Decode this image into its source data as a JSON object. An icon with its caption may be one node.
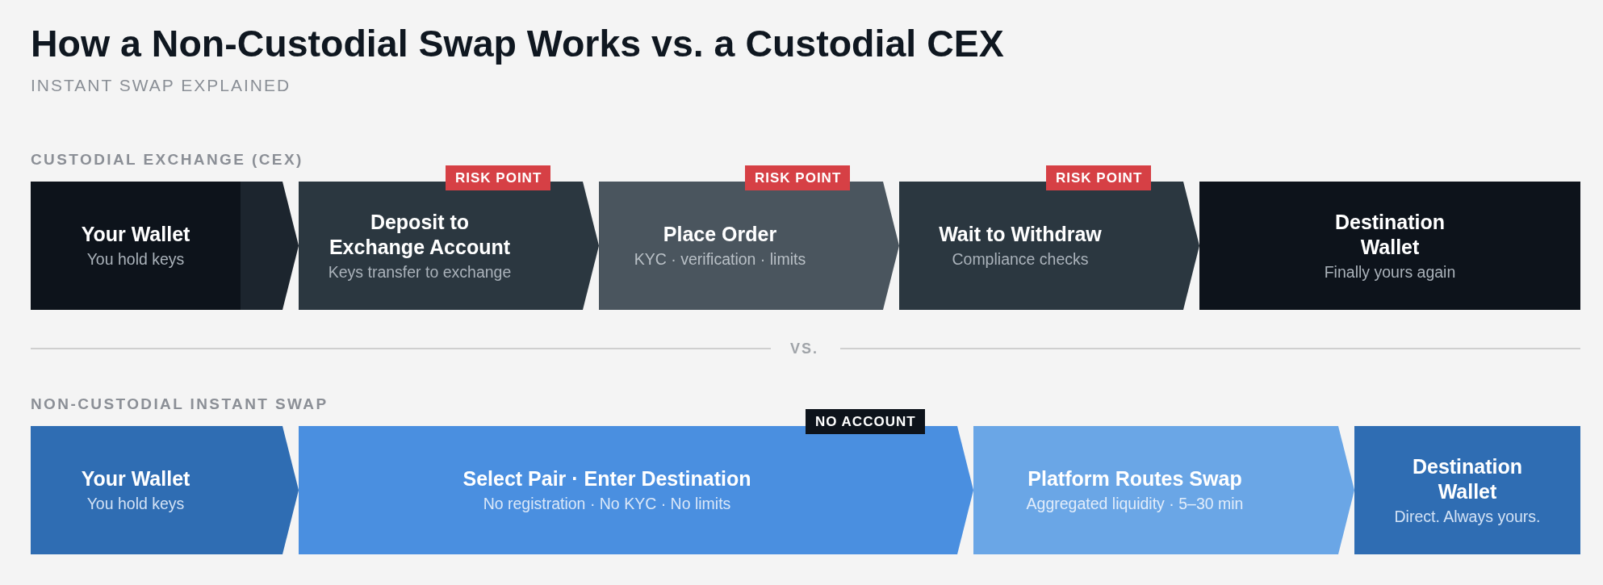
{
  "diagram": {
    "title": "How a Non-Custodial Swap Works vs. a Custodial CEX",
    "nodes": [
      {
        "text": [
          "Your Wallet",
          "You hold keys"
        ]
      },
      {
        "text": [
          "Deposit to Exchange Account",
          "Keys transfer to exchange"
        ]
      },
      {
        "text": [
          "RISK POINT"
        ]
      },
      {
        "text": [
          "Place Order",
          "KYC · verification · limits"
        ]
      },
      {
        "text": [
          "RISK POINT"
        ]
      },
      {
        "text": [
          "Wait to Withdraw",
          "Compliance checks"
        ]
      },
      {
        "text": [
          "RISK POINT"
        ]
      },
      {
        "text": [
          "Destination Wallet",
          "Finally yours again"
        ]
      },
      {
        "text": [
          "Your Wallet",
          "You hold keys"
        ]
      },
      {
        "text": [
          "Select Pair · Enter Destination",
          "No registration · No KYC · No limits"
        ]
      },
      {
        "text": [
          "NO ACCOUNT"
        ]
      },
      {
        "text": [
          "Platform Routes Swap",
          "Aggregated liquidity · 5–30 min"
        ]
      },
      {
        "text": [
          "Destination Wallet",
          "Direct. Always yours."
        ]
      }
    ],
    "labels": [
      "INSTANT SWAP EXPLAINED",
      "CUSTODIAL EXCHANGE (CEX)",
      "VS.",
      "NON-CUSTODIAL INSTANT SWAP"
    ]
  }
}
